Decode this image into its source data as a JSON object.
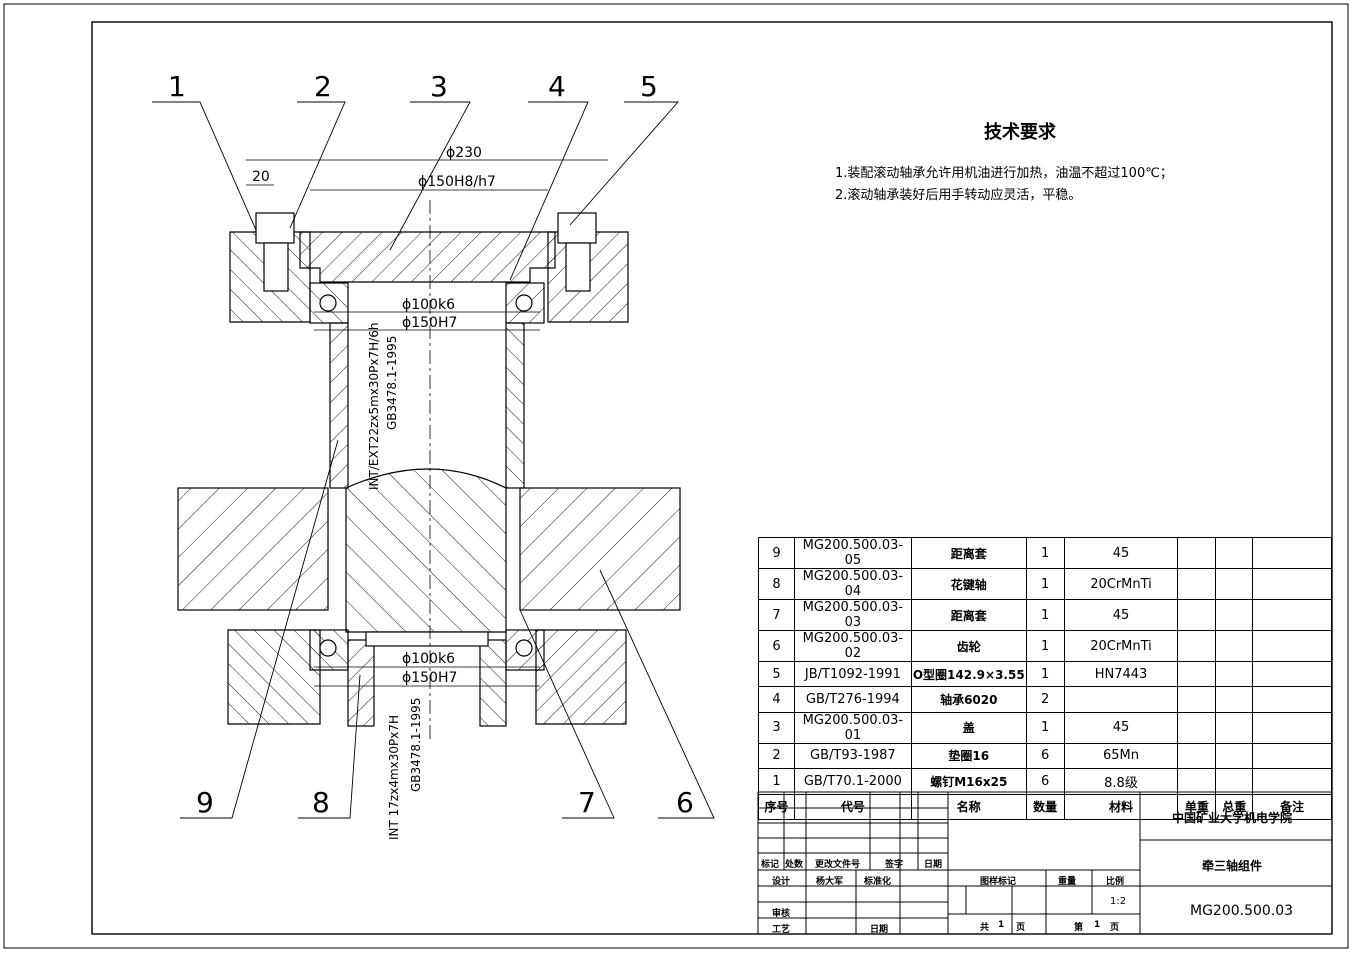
{
  "balloons": [
    "1",
    "2",
    "3",
    "4",
    "5",
    "9",
    "8",
    "7",
    "6"
  ],
  "dimensions": {
    "d230": "ϕ230",
    "d150fit": "ϕ150H8/h7",
    "w20": "20",
    "d100k6_top": "ϕ100k6",
    "d150h7_top": "ϕ150H7",
    "d100k6_bot": "ϕ100k6",
    "d150h7_bot": "ϕ150H7",
    "spline1_a": "INT/EXT22zx5mx30Px7H/6h",
    "spline1_b": "GB3478.1-1995",
    "spline2_a": "INT 17zx4mx30Px7H",
    "spline2_b": "GB3478.1-1995"
  },
  "tech": {
    "title": "技术要求",
    "line1": "1.装配滚动轴承允许用机油进行加热，油温不超过100℃；",
    "line2": "2.滚动轴承装好后用手转动应灵活，平稳。"
  },
  "bom": {
    "rows": [
      [
        "9",
        "MG200.500.03-05",
        "距离套",
        "1",
        "45",
        "",
        "",
        ""
      ],
      [
        "8",
        "MG200.500.03-04",
        "花键轴",
        "1",
        "20CrMnTi",
        "",
        "",
        ""
      ],
      [
        "7",
        "MG200.500.03-03",
        "距离套",
        "1",
        "45",
        "",
        "",
        ""
      ],
      [
        "6",
        "MG200.500.03-02",
        "齿轮",
        "1",
        "20CrMnTi",
        "",
        "",
        ""
      ],
      [
        "5",
        "JB/T1092-1991",
        "O型圈142.9×3.55",
        "1",
        "HN7443",
        "",
        "",
        ""
      ],
      [
        "4",
        "GB/T276-1994",
        "轴承6020",
        "2",
        "",
        "",
        "",
        ""
      ],
      [
        "3",
        "MG200.500.03-01",
        "盖",
        "1",
        "45",
        "",
        "",
        ""
      ],
      [
        "2",
        "GB/T93-1987",
        "垫圈16",
        "6",
        "65Mn",
        "",
        "",
        ""
      ],
      [
        "1",
        "GB/T70.1-2000",
        "螺钉M16x25",
        "6",
        "8.8级",
        "",
        "",
        ""
      ]
    ],
    "header": [
      "序号",
      "代号",
      "名称",
      "数量",
      "材料",
      "单重",
      "总重",
      "备注"
    ]
  },
  "titleblock": {
    "school": "中国矿业大学机电学院",
    "part": "牵三轴组件",
    "code": "MG200.500.03",
    "biaoji": "标记",
    "chushu": "处数",
    "wenjian": "更改文件号",
    "qianzi": "签字",
    "riqi": "日期",
    "sheji": "设计",
    "designer": "杨大军",
    "biaozhun": "标准化",
    "shenhe": "审核",
    "gongyi": "工艺",
    "riqi2": "日期",
    "tuyang": "图样标记",
    "zhongliang": "重量",
    "bili": "比例",
    "scale": "1:2",
    "gong": "共",
    "gong_n": "1",
    "ye": "页",
    "di": "第",
    "di_n": "1",
    "ye2": "页"
  }
}
